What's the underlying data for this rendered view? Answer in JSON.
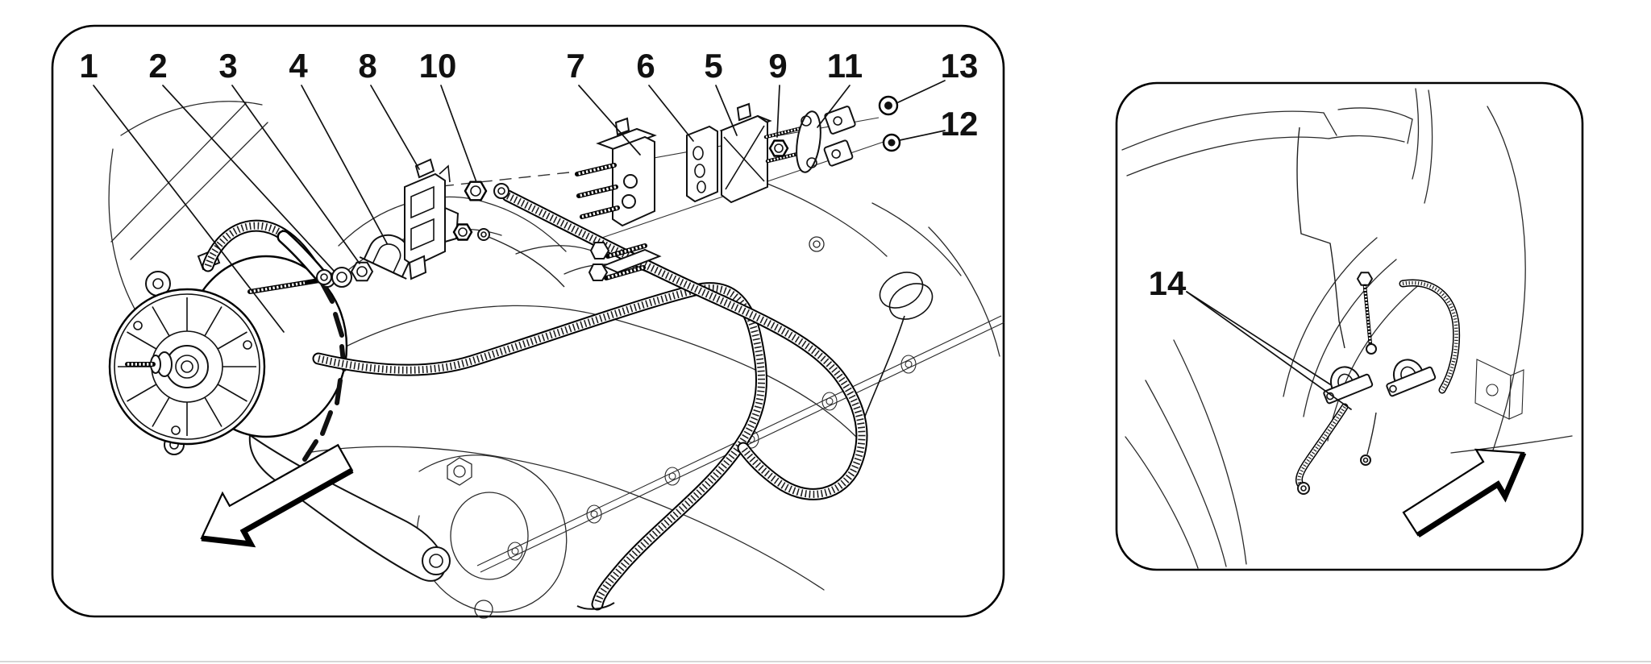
{
  "colors": {
    "background": "#ffffff",
    "line": "#111111",
    "panel_border": "#000000",
    "page_edge": "#c9c9c9"
  },
  "main_panel": {
    "kind": "exploded-parts-view",
    "callouts": [
      "1",
      "2",
      "3",
      "4",
      "8",
      "10",
      "7",
      "6",
      "5",
      "9",
      "11",
      "13",
      "12"
    ],
    "arrow_direction": "down-left"
  },
  "detail_panel": {
    "kind": "installed-location-view",
    "callouts": [
      "14"
    ],
    "arrow_direction": "up-right"
  }
}
